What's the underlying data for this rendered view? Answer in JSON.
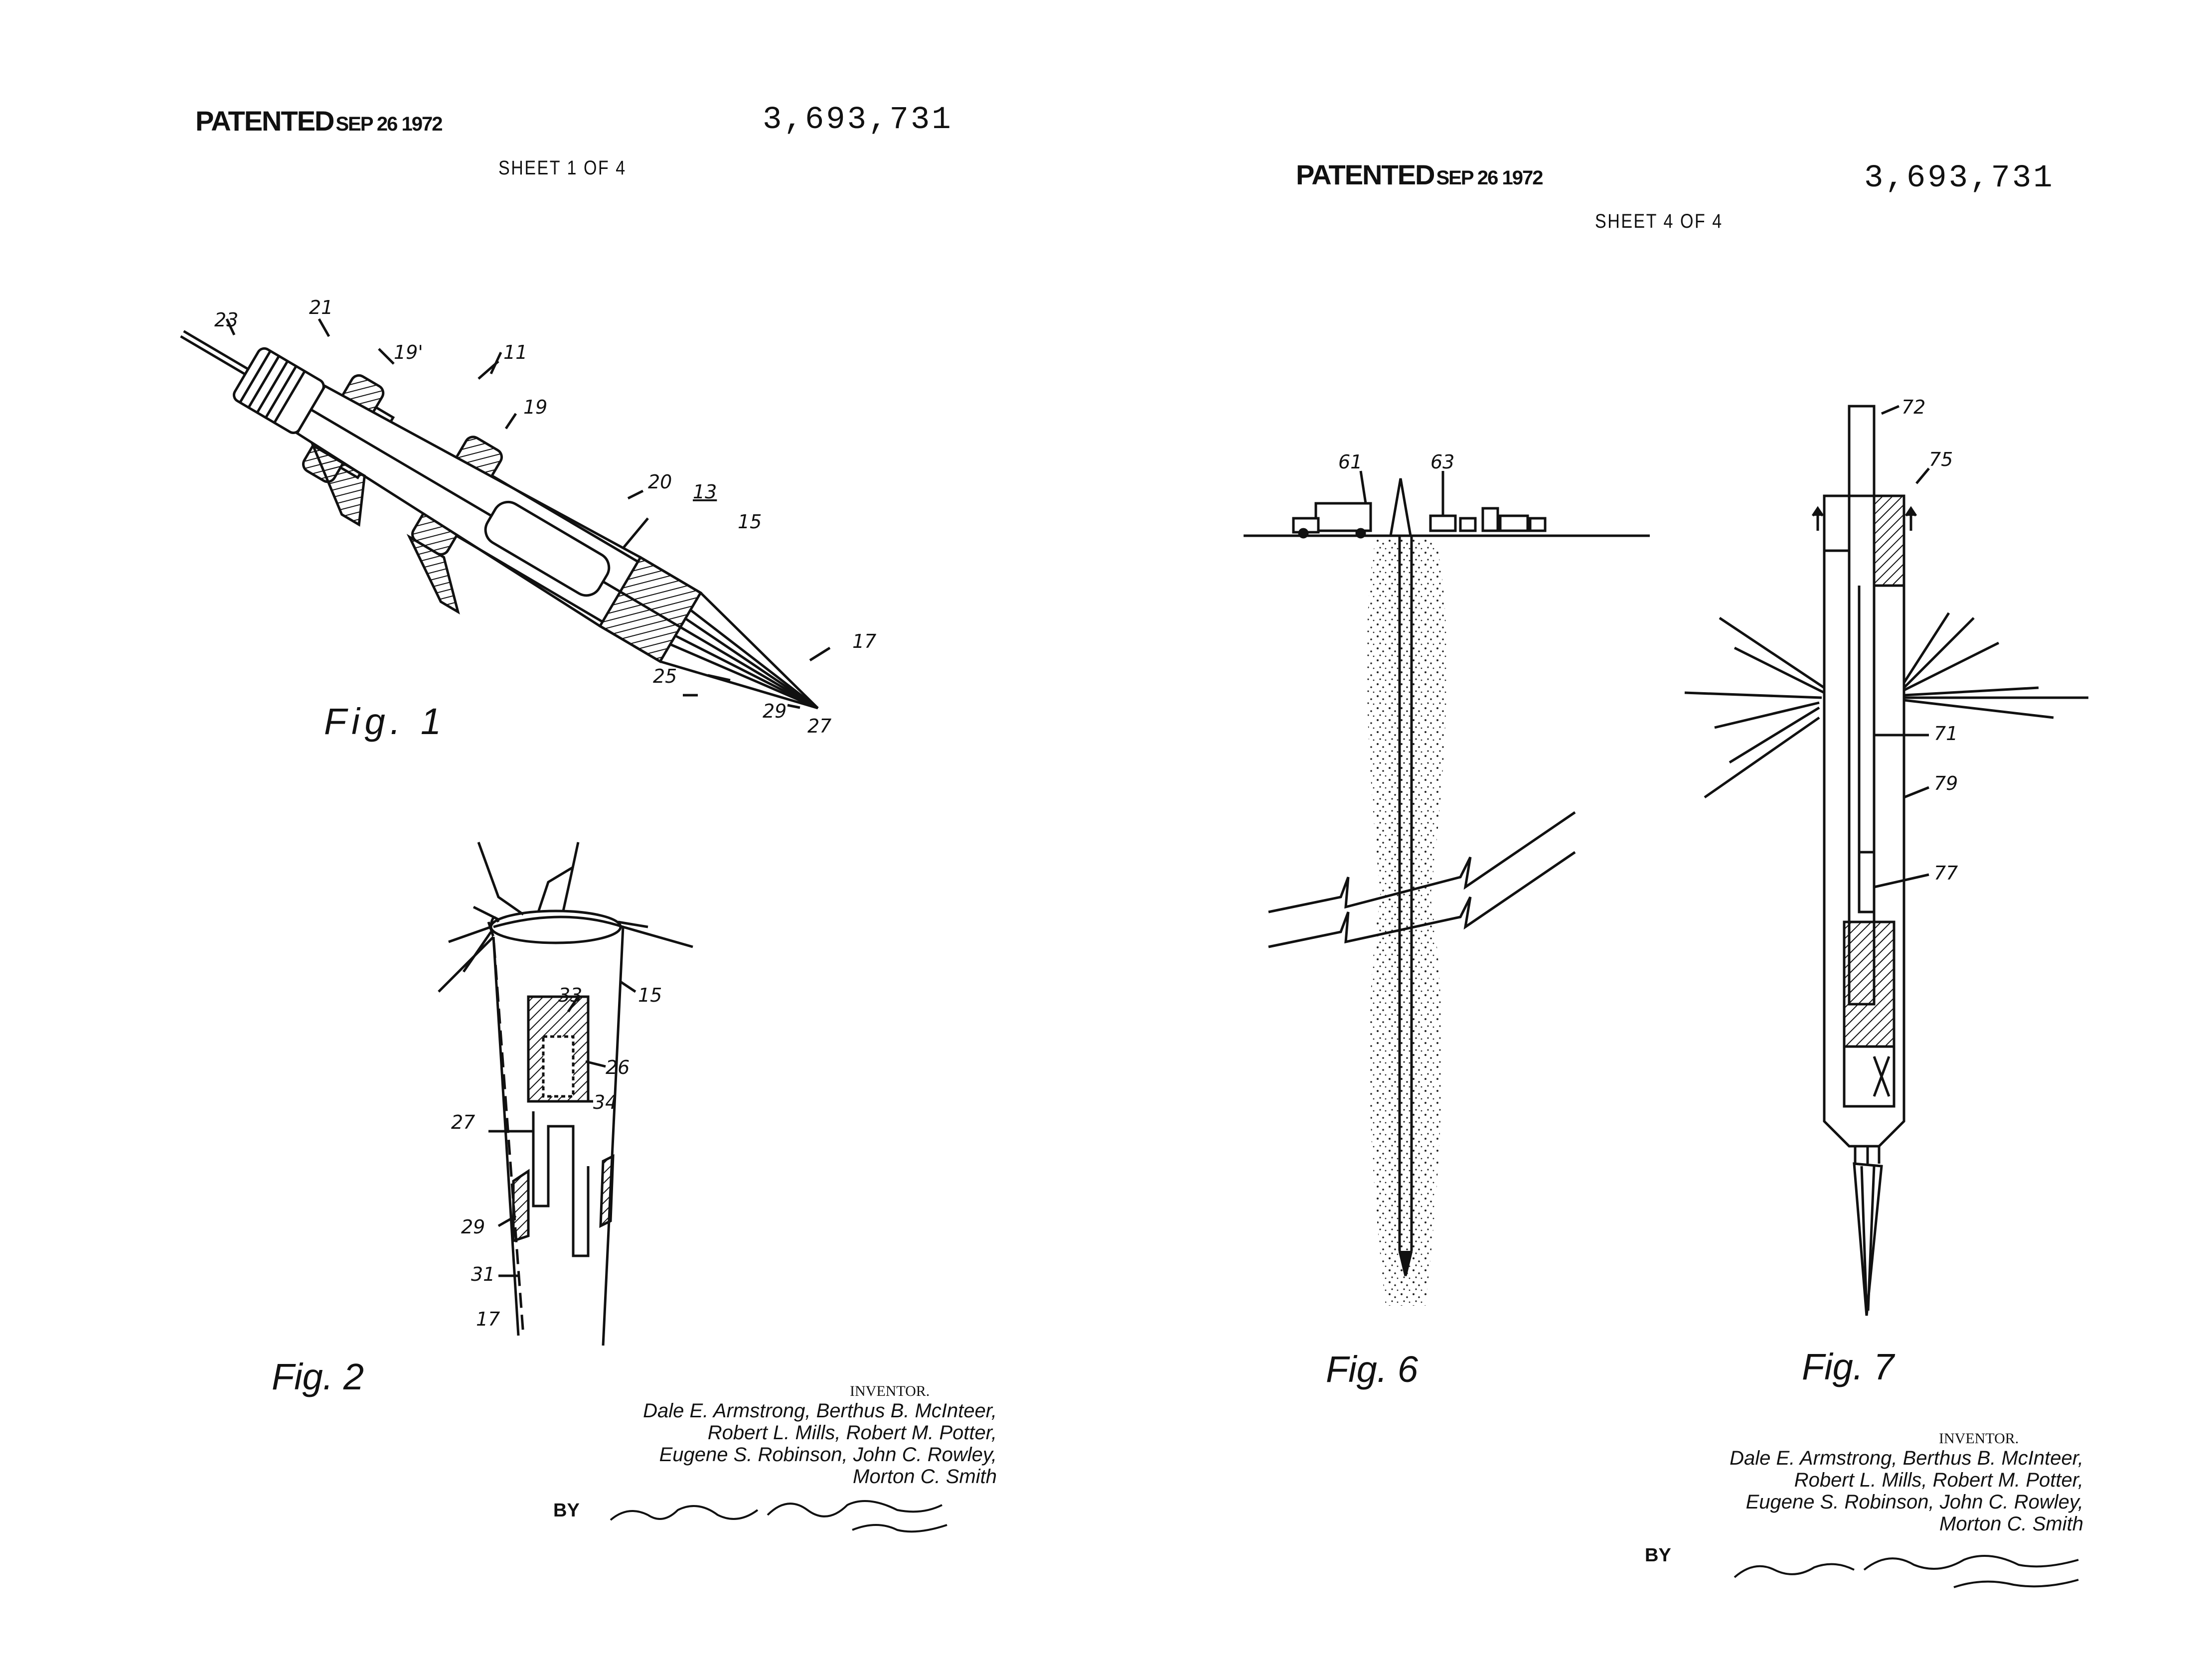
{
  "left_sheet": {
    "patented": "PATENTED",
    "date": "SEP 26 1972",
    "patent_number": "3,693,731",
    "sheet": "SHEET 1 OF 4",
    "fig1_label": "Fig. 1",
    "fig2_label": "Fig. 2",
    "fig1_refs": [
      "23",
      "21",
      "19'",
      "11",
      "19",
      "20",
      "13",
      "15",
      "17",
      "25",
      "29",
      "27"
    ],
    "fig2_refs": [
      "15",
      "33",
      "26",
      "34",
      "27",
      "29",
      "31",
      "17"
    ],
    "inventor_heading": "INVENTOR.",
    "inventors": [
      "Dale E. Armstrong, Berthus B. McInteer,",
      "Robert L. Mills, Robert M. Potter,",
      "Eugene S. Robinson, John C. Rowley,",
      "Morton C. Smith"
    ],
    "by": "BY"
  },
  "right_sheet": {
    "patented": "PATENTED",
    "date": "SEP 26 1972",
    "patent_number": "3,693,731",
    "sheet": "SHEET 4 OF 4",
    "fig6_label": "Fig. 6",
    "fig7_label": "Fig. 7",
    "fig6_refs": [
      "61",
      "63"
    ],
    "fig7_refs": [
      "72",
      "75",
      "71",
      "79",
      "77"
    ],
    "inventor_heading": "INVENTOR.",
    "inventors": [
      "Dale E. Armstrong, Berthus B. McInteer,",
      "Robert L. Mills, Robert M. Potter,",
      "Eugene S. Robinson, John C. Rowley,",
      "Morton C. Smith"
    ],
    "by": "BY"
  }
}
